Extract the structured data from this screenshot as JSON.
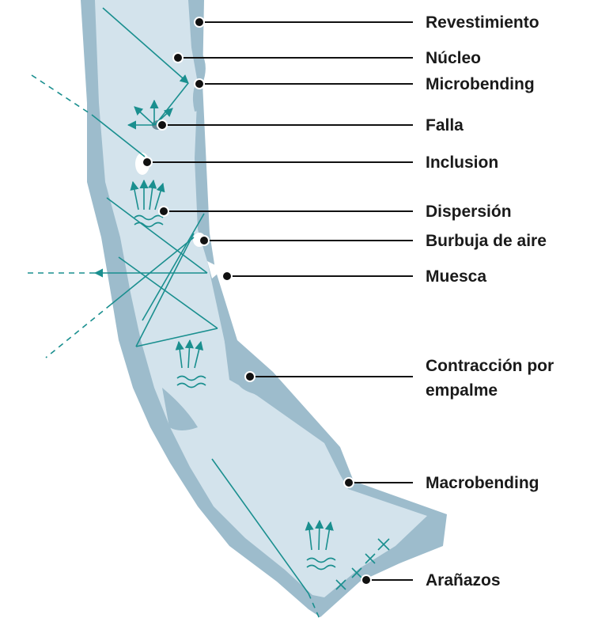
{
  "colors": {
    "cladding": "#9dbccc",
    "core": "#d3e3ec",
    "ray": "#1a8f8f",
    "label": "#1a1a1a"
  },
  "labels": {
    "revestimiento": "Revestimiento",
    "nucleo": "Núcleo",
    "microbending": "Microbending",
    "falla": "Falla",
    "inclusion": "Inclusion",
    "dispersion": "Dispersión",
    "burbuja": "Burbuja de aire",
    "muesca": "Muesca",
    "contraccion_line1": "Contracción por",
    "contraccion_line2": "empalme",
    "macrobending": "Macrobending",
    "aranazos": "Arañazos"
  }
}
